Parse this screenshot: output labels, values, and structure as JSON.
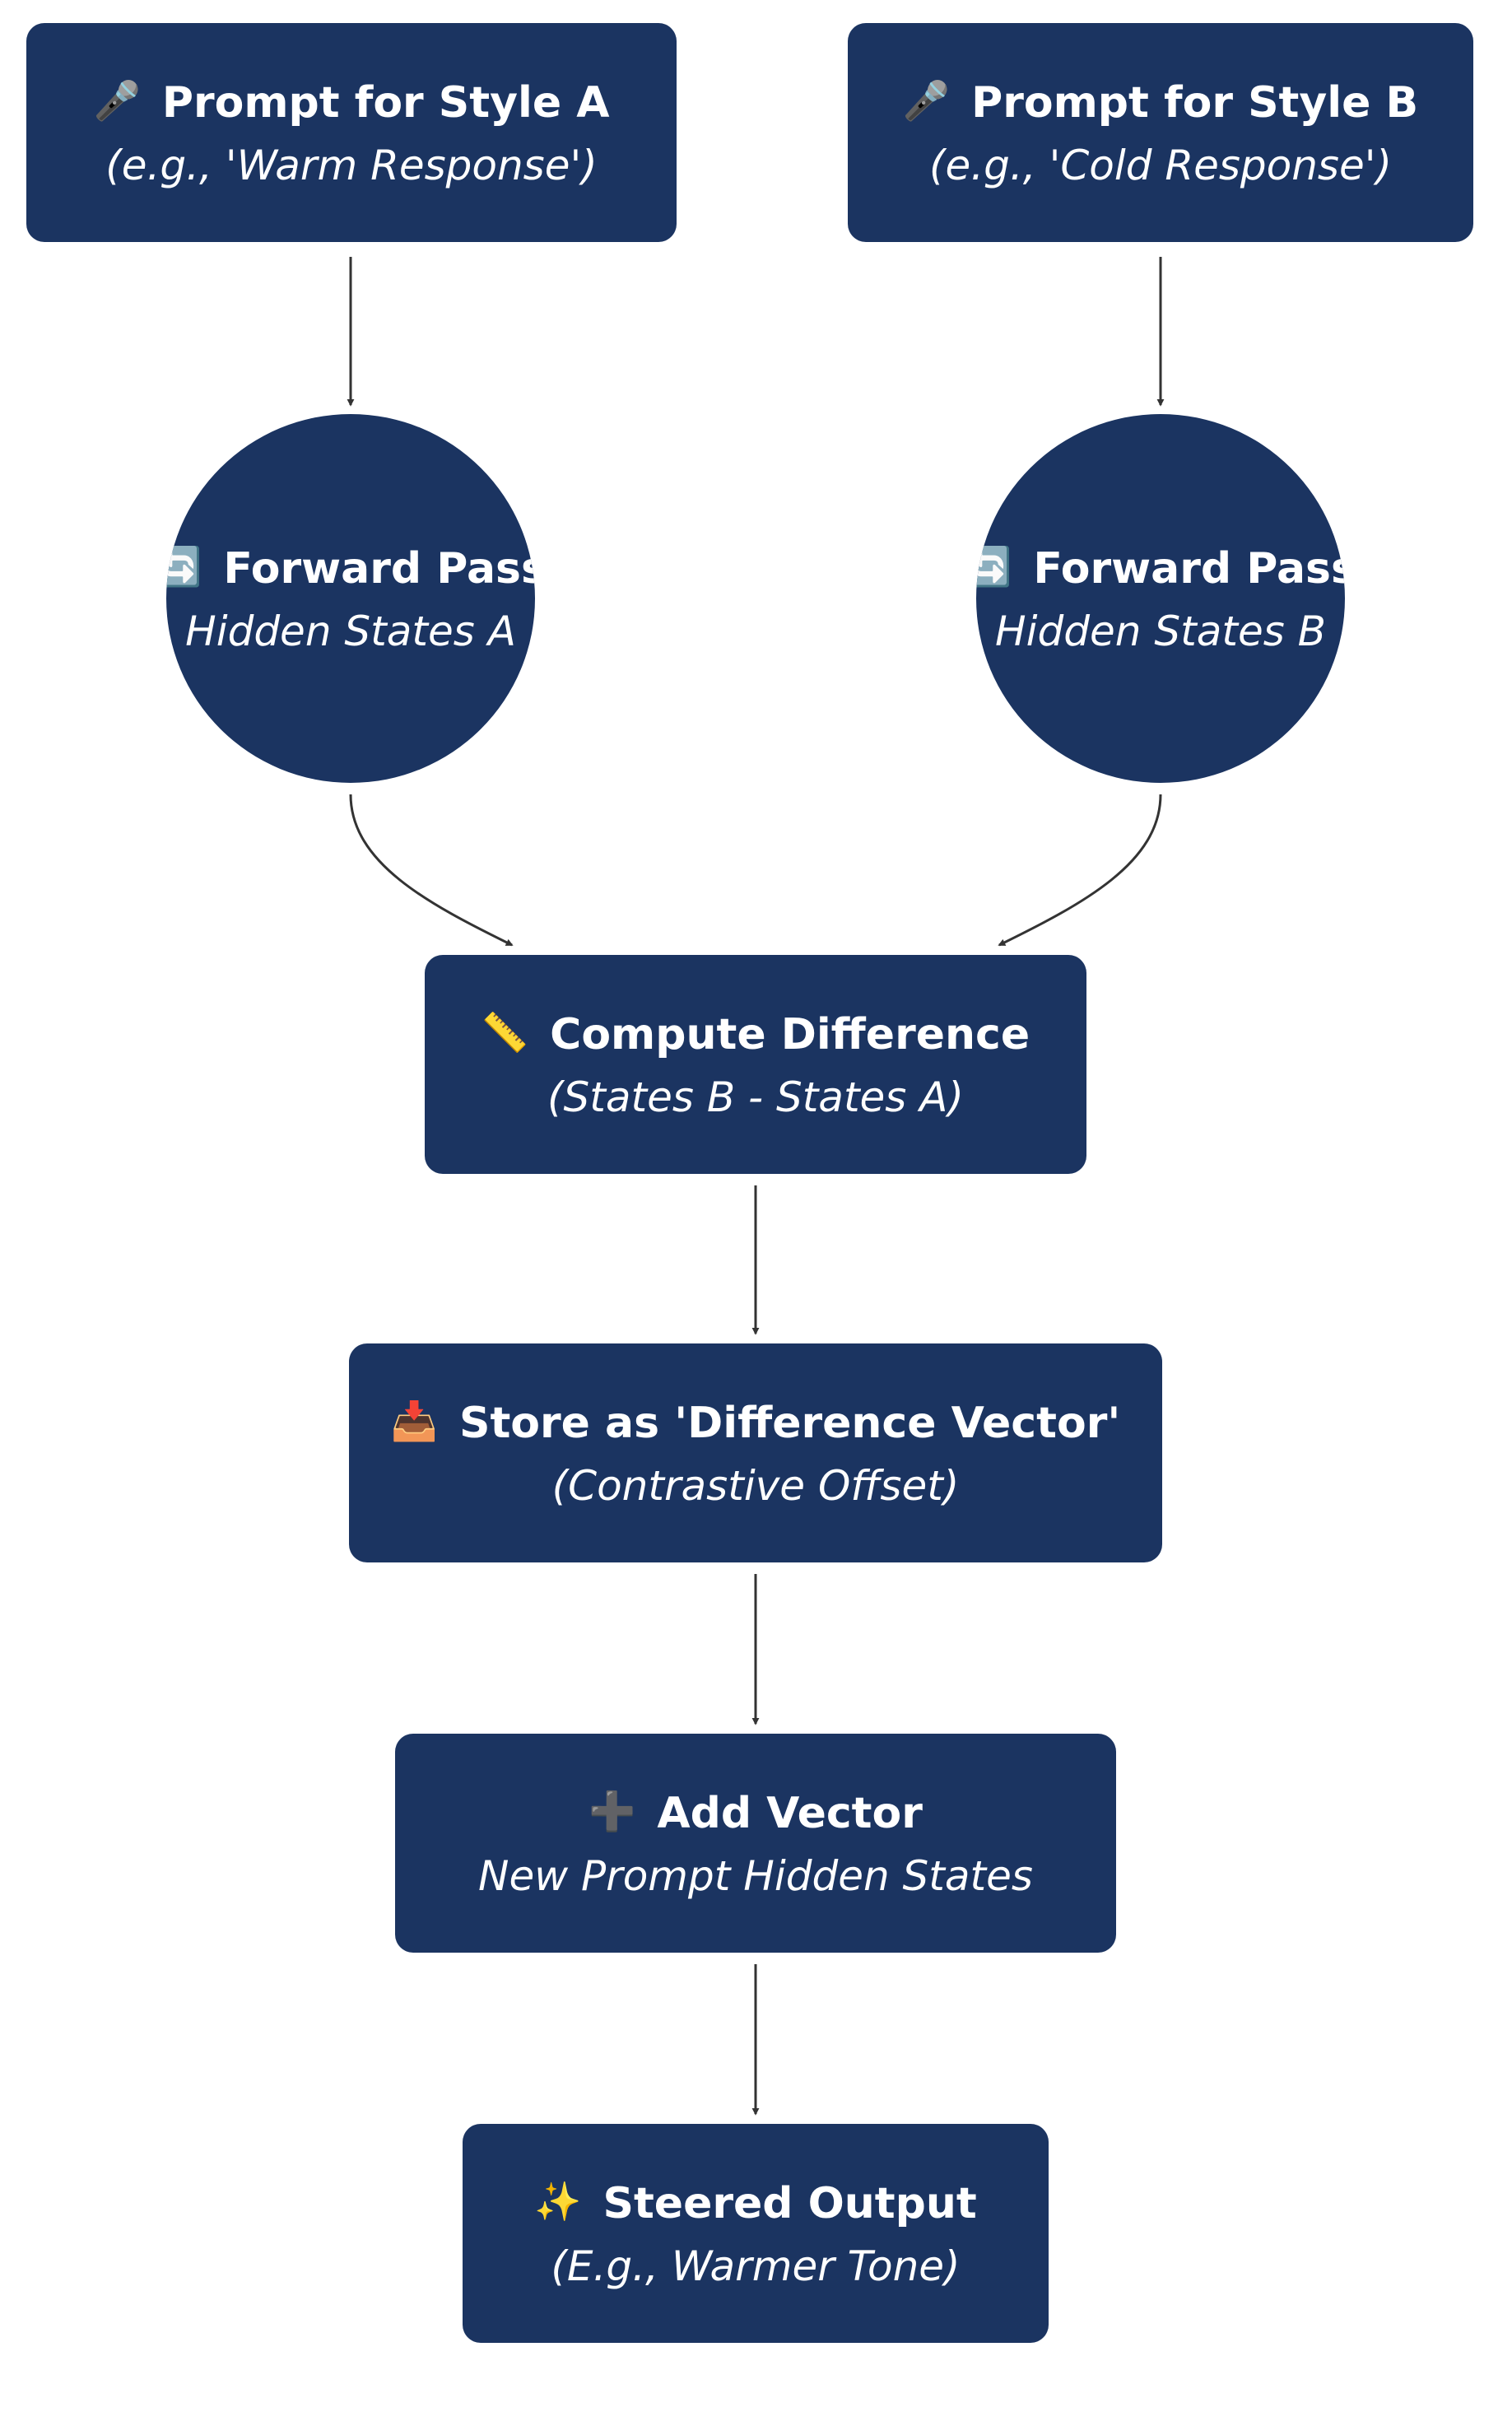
{
  "theme": {
    "node_fill": "#1b3461",
    "text_color": "#ffffff",
    "edge_color": "#333333"
  },
  "nodes": {
    "prompt_a": {
      "icon": "microphone-icon",
      "glyph": "🎤",
      "title": "Prompt for Style A",
      "subtitle": "(e.g., 'Warm Response')"
    },
    "prompt_b": {
      "icon": "microphone-icon",
      "glyph": "🎤",
      "title": "Prompt for Style B",
      "subtitle": "(e.g., 'Cold Response')"
    },
    "forward_a": {
      "icon": "refresh-icon",
      "glyph": "🔄",
      "title": "Forward Pass",
      "subtitle": "Hidden States A"
    },
    "forward_b": {
      "icon": "refresh-icon",
      "glyph": "🔄",
      "title": "Forward Pass",
      "subtitle": "Hidden States B"
    },
    "compute": {
      "icon": "ruler-icon",
      "glyph": "📏",
      "title": "Compute Difference",
      "subtitle": "(States B - States A)"
    },
    "store": {
      "icon": "inbox-tray-icon",
      "glyph": "📥",
      "title": "Store as 'Difference Vector'",
      "subtitle": "(Contrastive Offset)"
    },
    "add": {
      "icon": "plus-icon",
      "glyph": "➕",
      "title": "Add Vector",
      "subtitle": "New Prompt Hidden States"
    },
    "output": {
      "icon": "sparkles-icon",
      "glyph": "✨",
      "title": "Steered Output",
      "subtitle": "(E.g., Warmer Tone)"
    }
  }
}
